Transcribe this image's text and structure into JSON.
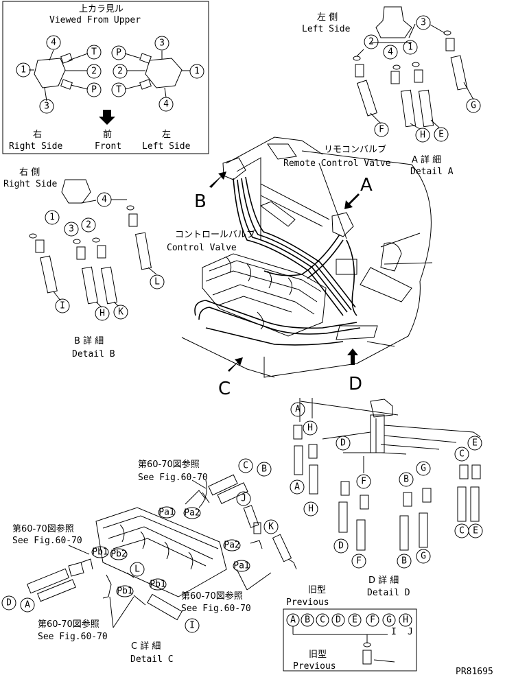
{
  "upper_view": {
    "title_jp": "上カラ見ル",
    "title_en": "Viewed From Upper",
    "right_jp": "右",
    "right_en": "Right Side",
    "front_jp": "前",
    "front_en": "Front",
    "left_jp": "左",
    "left_en": "Left Side",
    "left_valve_ports": [
      "4",
      "T",
      "1",
      "2",
      "P",
      "3"
    ],
    "right_valve_ports": [
      "3",
      "P",
      "2",
      "T",
      "1",
      "4"
    ]
  },
  "detail_a": {
    "side_jp": "左 側",
    "side_en": "Left Side",
    "ports": [
      "3",
      "2",
      "4",
      "1"
    ],
    "hoses": [
      "G",
      "F",
      "H",
      "E"
    ],
    "title_jp": "A 詳 細",
    "title_en": "Detail A"
  },
  "detail_b": {
    "side_jp": "右 側",
    "side_en": "Right Side",
    "ports": [
      "4",
      "1",
      "3",
      "2"
    ],
    "hoses": [
      "L",
      "I",
      "H",
      "K"
    ],
    "title_jp": "B 詳 細",
    "title_en": "Detail B"
  },
  "main_view": {
    "remote_jp": "リモコンバルブ",
    "remote_en": "Remote Control Valve",
    "control_jp": "コントロールバルブ",
    "control_en": "Control Valve",
    "arrows": [
      "A",
      "B",
      "C",
      "D"
    ]
  },
  "detail_c": {
    "ref_jp": "第60-70図参照",
    "ref_en": "See Fig.60-70",
    "ports": [
      "Pa1",
      "Pa2",
      "Pb1",
      "Pb2",
      "Pb1",
      "Pb1",
      "Pa2",
      "Pa1"
    ],
    "hoses": [
      "C",
      "B",
      "J",
      "K",
      "L",
      "D",
      "A",
      "I"
    ],
    "title_jp": "C 詳 細",
    "title_en": "Detail C"
  },
  "detail_d": {
    "hoses_top": [
      "A",
      "H",
      "D",
      "F",
      "B",
      "G",
      "C",
      "E"
    ],
    "hoses_bottom": [
      "A",
      "H",
      "D",
      "F",
      "B",
      "G",
      "C",
      "E"
    ],
    "title_jp": "D 詳 細",
    "title_en": "Detail D"
  },
  "previous": {
    "label_jp": "旧型",
    "label_en": "Previous",
    "letters": [
      "A",
      "B",
      "C",
      "D",
      "E",
      "F",
      "G",
      "H"
    ],
    "sub_letters": [
      "I",
      "J"
    ],
    "label2_jp": "旧型",
    "label2_en": "Previous"
  },
  "part_code": "PR81695"
}
